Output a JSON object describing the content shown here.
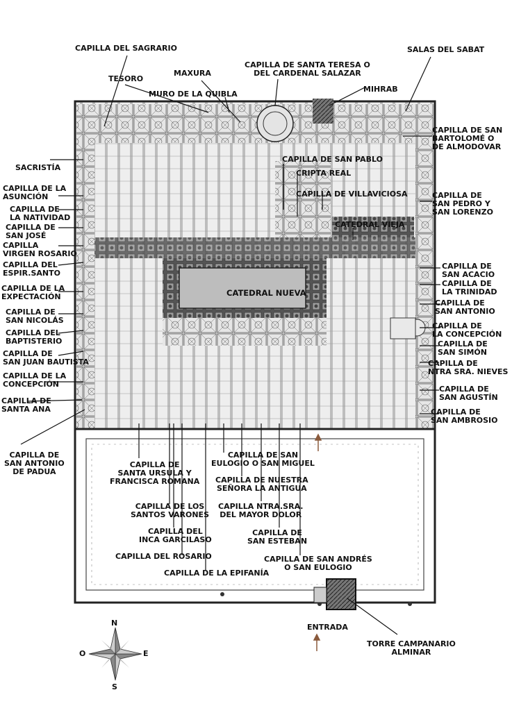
{
  "map": {
    "labels": {
      "capilla_sagrario": "CAPILLA DEL SAGRARIO",
      "tesoro": "TESORO",
      "maxura": "MAXURA",
      "muro_quibla": "MURO DE LA QUIBLA",
      "santa_teresa": "CAPILLA DE SANTA TERESA O\nDEL CARDENAL SALAZAR",
      "mihrab": "MIHRAB",
      "salas_sabat": "SALAS DEL SABAT",
      "san_bartolome": "CAPILLA DE SAN\nBARTOLOMÉ O\nDE ALMODOVAR",
      "sacristia": "SACRISTÍA",
      "asuncion": "CAPILLA DE LA\nASUNCIÓN",
      "natividad": "CAPILLA DE\nLA NATIVIDAD",
      "san_jose": "CAPILLA DE\nSAN JOSÉ",
      "virgen_rosario": "CAPILLA\nVIRGEN ROSARIO",
      "espir_santo": "CAPILLA DEL\nESPIR.SANTO",
      "expectacion": "CAPILLA DE LA\nEXPECTACIÓN",
      "san_nicolas": "CAPILLA DE\nSAN NICOLÁS",
      "baptisterio": "CAPILLA DEL\nBAPTISTERIO",
      "san_juan_bautista": "CAPILLA DE\nSAN JUAN BAUTISTA",
      "concepcion_w": "CAPILLA DE LA\nCONCEPCIÓN",
      "santa_ana": "CAPILLA DE\nSANTA ANA",
      "san_antonio_padua": "CAPILLA DE\nSAN ANTONIO\nDE PADUA",
      "san_pablo": "CAPILLA DE SAN PABLO",
      "cripta_real": "CRIPTA REAL",
      "villaviciosa": "CAPILLA DE VILLAVICIOSA",
      "catedral_vieja": "CATEDRAL VIEJA",
      "san_pedro": "CAPILLA DE\nSAN PEDRO Y\nSAN LORENZO",
      "catedral_nueva": "CATEDRAL NUEVA",
      "san_acacio": "CAPILLA DE\nSAN ACACIO",
      "trinidad": "CAPILLA DE\nLA TRINIDAD",
      "san_antonio": "CAPILLA DE\nSAN ANTONIO",
      "concepcion_e": "CAPILLA DE\nLA CONCEPCIÓN",
      "san_simon": "CAPILLA DE\nSAN SIMÓN",
      "nieves": "CAPILLA DE\nNTRA SRA. NIEVES",
      "san_agustin": "CAPILLA DE\nSAN AGUSTÍN",
      "san_ambrosio": "CAPILLA DE\nSAN AMBROSIO",
      "santa_ursula": "CAPILLA DE\nSANTA URSULA Y\nFRANCISCA ROMANA",
      "san_eulogio_miguel": "CAPILLA DE SAN\nEULOGIO O SAN MIGUEL",
      "antigua": "CAPILLA DE NUESTRA\nSEÑORA LA ANTIGUA",
      "santos_varones": "CAPILLA DE LOS\nSANTOS VARONES",
      "mayor_dolor": "CAPILLA NTRA.SRA.\nDEL MAYOR DOLOR",
      "garcilaso": "CAPILLA DEL\nINCA GARCILASO",
      "san_esteban": "CAPILLA DE\nSAN ESTEBAN",
      "rosario": "CAPILLA DEL ROSARIO",
      "san_andres": "CAPILLA DE SAN ANDRÉS\nO SAN EULOGIO",
      "epifania": "CAPILLA DE LA EPIFANÍA",
      "entrada": "ENTRADA",
      "torre": "TORRE CAMPANARIO\nALMINAR"
    },
    "compass": {
      "n": "N",
      "s": "S",
      "e": "E",
      "o": "O"
    },
    "colors": {
      "ink": "#111111",
      "wall": "#2a2a2a",
      "floor": "#d9d9d9",
      "patio": "#ffffff",
      "arrow": "#8a5a3c"
    }
  }
}
